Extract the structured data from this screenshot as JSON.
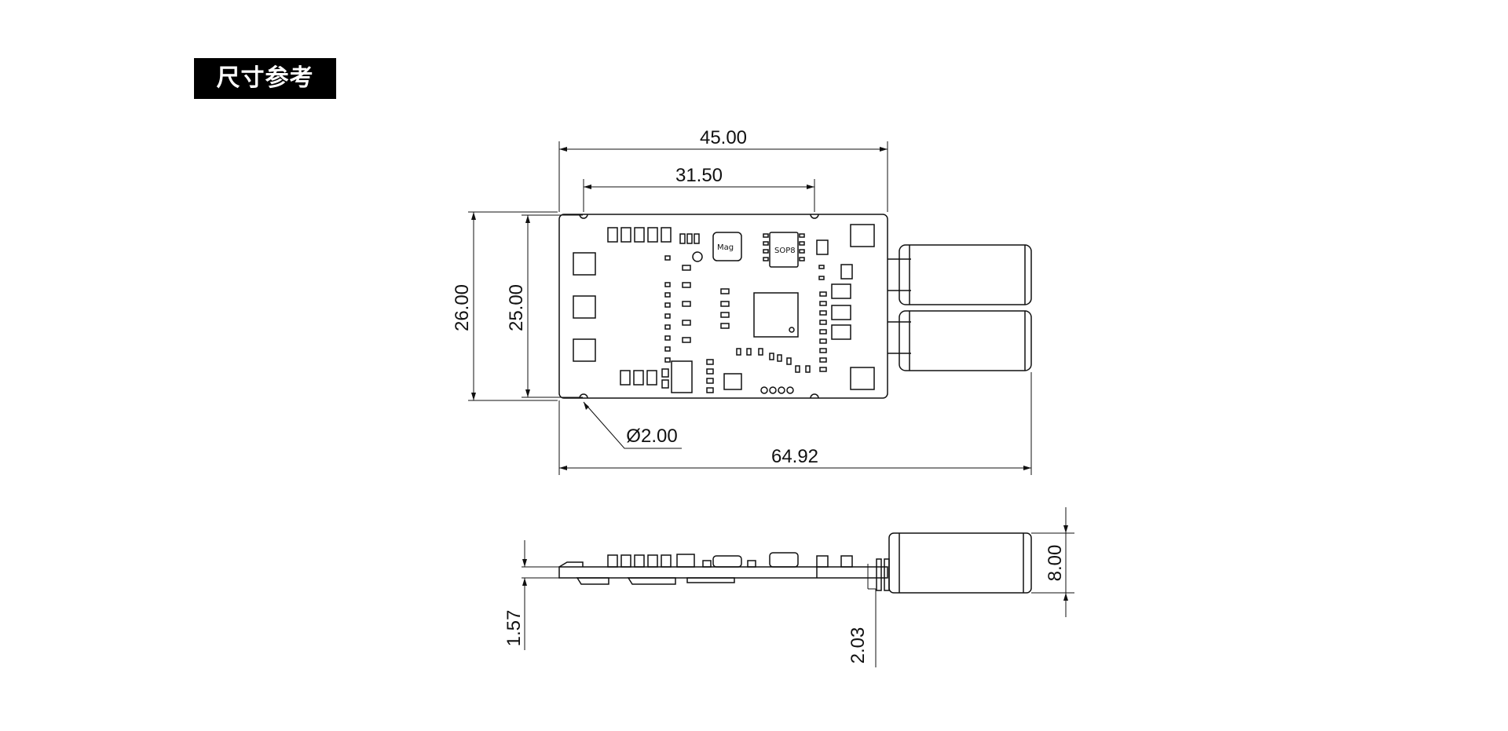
{
  "title": "尺寸参考",
  "top_view": {
    "overall_width": "45.00",
    "hole_spacing": "31.50",
    "overall_height": "26.00",
    "hole_height": "25.00",
    "hole_diameter": "Ø2.00",
    "total_length": "64.92",
    "chip_label": "SOP8",
    "inductor_label": "Mag"
  },
  "side_view": {
    "pcb_thickness": "1.57",
    "cap_offset": "2.03",
    "cap_diameter": "8.00"
  }
}
